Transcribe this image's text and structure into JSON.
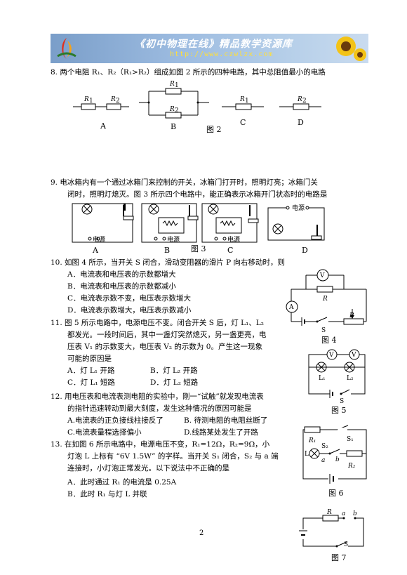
{
  "banner": {
    "title": "《初中物理在线》精品教学资源库",
    "url": "http://www.czwlzx.com"
  },
  "q8": {
    "text": "8.  两个电阻 R₁、R₂（R₁>R₂）组成如图 2 所示的四种电路，其中总阻值最小的电路",
    "labels": [
      "A",
      "B",
      "C",
      "D"
    ],
    "figure": "图 2",
    "r1": "R₁",
    "r2": "R₂"
  },
  "q9": {
    "line1": "9.  电冰箱内有一个通过冰箱门来控制的开关，冰箱门打开时，照明灯亮；冰箱门关",
    "line2": "闭时，照明灯熄灭。图 3 所示四个电路中，能正确表示冰箱开门状态时的电路是",
    "labels": [
      "A",
      "B",
      "C",
      "D"
    ],
    "figure": "图 3",
    "power": "电源"
  },
  "q10": {
    "text": "10.  如图 4 所示，当开关 S 闭合，滑动变阻器的滑片 P 向右移动时，则",
    "options": [
      "A．电流表和电压表的示数都增大",
      "B．电流表和电压表的示数都减小",
      "C．电流表示数不变，电压表示数增大",
      "D．电流表示数增大，电压表示数减小"
    ],
    "figure": "图 4"
  },
  "q11": {
    "line1": "11.  图 5 所示电路中，电源电压不变。闭合开关 S 后，灯 L₁、L₂",
    "line2": "都发光。一段时间后，其中一盏灯突然熄灭，另一盏更亮，电",
    "line3": "压表 V₁ 的示数变大，电压表 V₂ 的示数为 0。产生这一现象",
    "line4": "可能的原因是",
    "optA": "A．灯 L₁ 开路",
    "optB": "B．灯 L₂ 开路",
    "optC": "C．灯 L₁ 短路",
    "optD": "D．灯 L₂ 短路",
    "figure": "图 5"
  },
  "q12": {
    "line1": "12.  用电压表和电流表测电阻的实验中，刚一“试触”就发现电流表",
    "line2": "的指针迅速转动到最大刻度，发生这种情况的原因可能是",
    "optA": "A.电流表的正负接线柱接反了",
    "optB": "B. 待测电阻的电阻丝断了",
    "optC": "C.电流表量程选择偏小",
    "optD": "D.线路某处发生了开路"
  },
  "q13": {
    "line1": "13.  在如图 6 所示电路中，电源电压不变，R₁=12Ω，R₂=9Ω，小",
    "line2": "灯泡 L 上标有 “6V 1.5W” 的字样。当开关 S₁ 闭合，S₂ 与 a 端",
    "line3": "连接时，小灯泡正常发光。以下说法中不正确的是",
    "optA": "A．此时通过 R₁ 的电流是 0.25A",
    "optB": "B．此时 R₁ 与灯 L 并联",
    "figure": "图 6"
  },
  "fig7": {
    "figure": "图 7"
  },
  "page_number": "2"
}
